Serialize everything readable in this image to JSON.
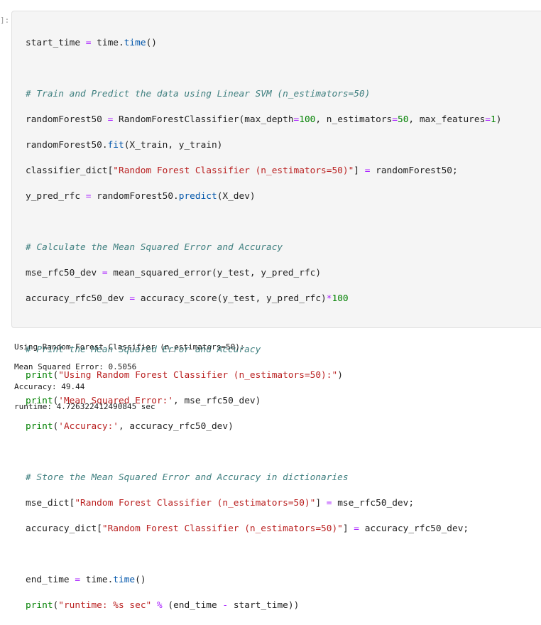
{
  "prompt": "]:",
  "code": {
    "l1": {
      "a": "start_time ",
      "b": "=",
      "c": " time.",
      "d": "time",
      "e": "()"
    },
    "c1": "# Train and Predict the data using Linear SVM (n_estimators=50)",
    "l3": {
      "a": "randomForest50 ",
      "b": "=",
      "c": " RandomForestClassifier(max_depth",
      "d": "=",
      "e": "100",
      "f": ", n_estimators",
      "g": "=",
      "h": "50",
      "i": ", max_features",
      "j": "=",
      "k": "1",
      "l": ")"
    },
    "l4": {
      "a": "randomForest50.",
      "b": "fit",
      "c": "(X_train, y_train)"
    },
    "l5": {
      "a": "classifier_dict[",
      "b": "\"Random Forest Classifier (n_estimators=50)\"",
      "c": "] ",
      "d": "=",
      "e": " randomForest50;"
    },
    "l6": {
      "a": "y_pred_rfc ",
      "b": "=",
      "c": " randomForest50.",
      "d": "predict",
      "e": "(X_dev)"
    },
    "c2": "# Calculate the Mean Squared Error and Accuracy",
    "l8": {
      "a": "mse_rfc50_dev ",
      "b": "=",
      "c": " mean_squared_error(y_test, y_pred_rfc)"
    },
    "l9": {
      "a": "accuracy_rfc50_dev ",
      "b": "=",
      "c": " accuracy_score(y_test, y_pred_rfc)",
      "d": "*",
      "e": "100"
    },
    "c3": "# Print the Mean Squared Error and Accuracy",
    "l11": {
      "a": "print",
      "b": "(",
      "c": "\"Using Random Forest Classifier (n_estimators=50):\"",
      "d": ")"
    },
    "l12": {
      "a": "print",
      "b": "(",
      "c": "'Mean Squared Error:'",
      "d": ", mse_rfc50_dev)"
    },
    "l13": {
      "a": "print",
      "b": "(",
      "c": "'Accuracy:'",
      "d": ", accuracy_rfc50_dev)"
    },
    "c4": "# Store the Mean Squared Error and Accuracy in dictionaries",
    "l15": {
      "a": "mse_dict[",
      "b": "\"Random Forest Classifier (n_estimators=50)\"",
      "c": "] ",
      "d": "=",
      "e": " mse_rfc50_dev;"
    },
    "l16": {
      "a": "accuracy_dict[",
      "b": "\"Random Forest Classifier (n_estimators=50)\"",
      "c": "] ",
      "d": "=",
      "e": " accuracy_rfc50_dev;"
    },
    "l18": {
      "a": "end_time ",
      "b": "=",
      "c": " time.",
      "d": "time",
      "e": "()"
    },
    "l19": {
      "a": "print",
      "b": "(",
      "c": "\"runtime: %s sec\"",
      "d": " ",
      "e": "%",
      "f": " (end_time ",
      "g": "-",
      "h": " start_time))"
    }
  },
  "output": [
    "Using Random Forest Classifier (n_estimators=50):",
    "Mean Squared Error: 0.5056",
    "Accuracy: 49.44",
    "runtime: 4.726322412490845 sec"
  ]
}
